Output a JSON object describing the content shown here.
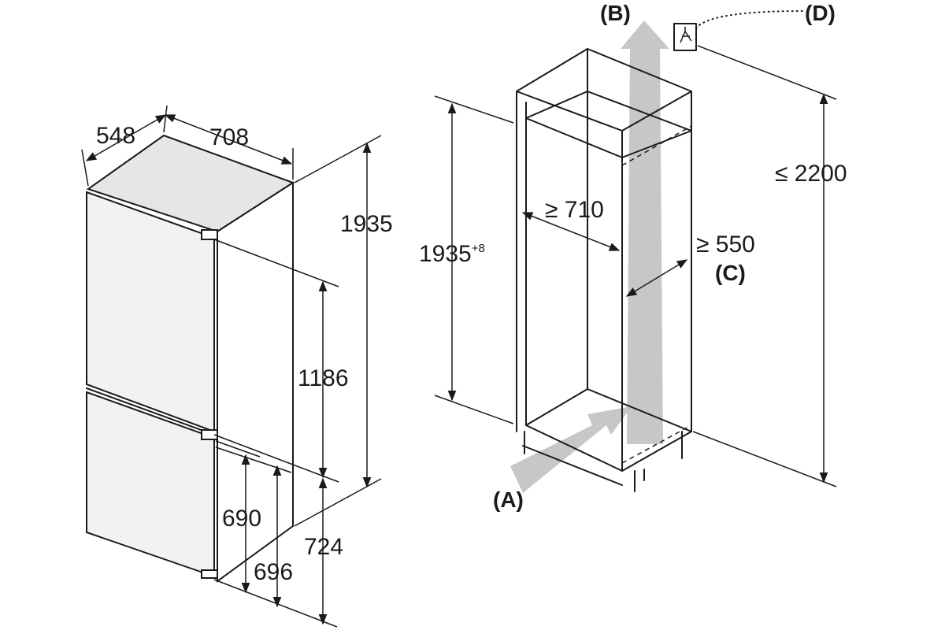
{
  "appliance": {
    "depth": "548",
    "width": "708",
    "height": "1935",
    "upper_section": "1186",
    "lower_a": "690",
    "lower_b": "696",
    "lower_c": "724"
  },
  "niche": {
    "height": "1935",
    "height_tolerance": "+8",
    "min_width": "≥ 710",
    "min_depth": "≥ 550",
    "max_height": "≤ 2200"
  },
  "callouts": {
    "a": "(A)",
    "b": "(B)",
    "c": "(C)",
    "d": "(D)"
  }
}
